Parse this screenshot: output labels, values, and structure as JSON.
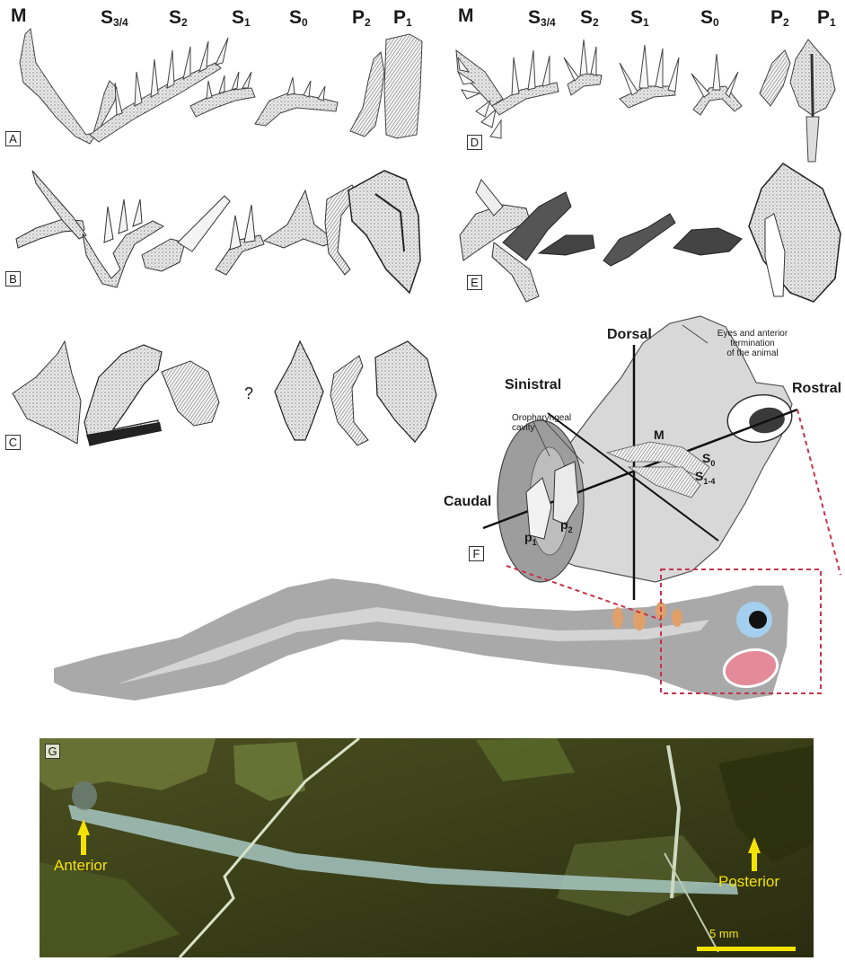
{
  "row_headers": {
    "left": [
      {
        "base": "M",
        "sub": ""
      },
      {
        "base": "S",
        "sub": "3/4"
      },
      {
        "base": "S",
        "sub": "2"
      },
      {
        "base": "S",
        "sub": "1"
      },
      {
        "base": "S",
        "sub": "0"
      },
      {
        "base": "P",
        "sub": "2"
      },
      {
        "base": "P",
        "sub": "1"
      }
    ],
    "right": [
      {
        "base": "M",
        "sub": ""
      },
      {
        "base": "S",
        "sub": "3/4"
      },
      {
        "base": "S",
        "sub": "2"
      },
      {
        "base": "S",
        "sub": "1"
      },
      {
        "base": "S",
        "sub": "0"
      },
      {
        "base": "P",
        "sub": "2"
      },
      {
        "base": "P",
        "sub": "1"
      }
    ]
  },
  "panels": {
    "A": "A",
    "B": "B",
    "C": "C",
    "D": "D",
    "E": "E",
    "F": "F",
    "G": "G"
  },
  "panel_c_unknown": "?",
  "diagram_f": {
    "dorsal": "Dorsal",
    "sinistral": "Sinistral",
    "rostral": "Rostral",
    "caudal": "Caudal",
    "eyes_note_line1": "Eyes and anterior",
    "eyes_note_line2": "termination",
    "eyes_note_line3": "of the animal",
    "cavity_line1": "Oropharyngeal",
    "cavity_line2": "cavity",
    "m": "M",
    "s0_base": "S",
    "s0_sub": "0",
    "s14_base": "S",
    "s14_sub": "1-4",
    "p1_base": "p",
    "p1_sub": "1",
    "p2_base": "p",
    "p2_sub": "2"
  },
  "photo_g": {
    "anterior": "Anterior",
    "posterior": "Posterior",
    "scale_label": "5 mm"
  },
  "colors": {
    "body_gray": "#a9a9a9",
    "body_light": "#d4d4d4",
    "eye_blue": "#a5cfee",
    "mouth_pink": "#e58a98",
    "gonad_orange": "#e0a06a",
    "dashed_red": "#c7334a",
    "photo_bg": "#3a3d18",
    "label_yellow": "#f4e300"
  }
}
